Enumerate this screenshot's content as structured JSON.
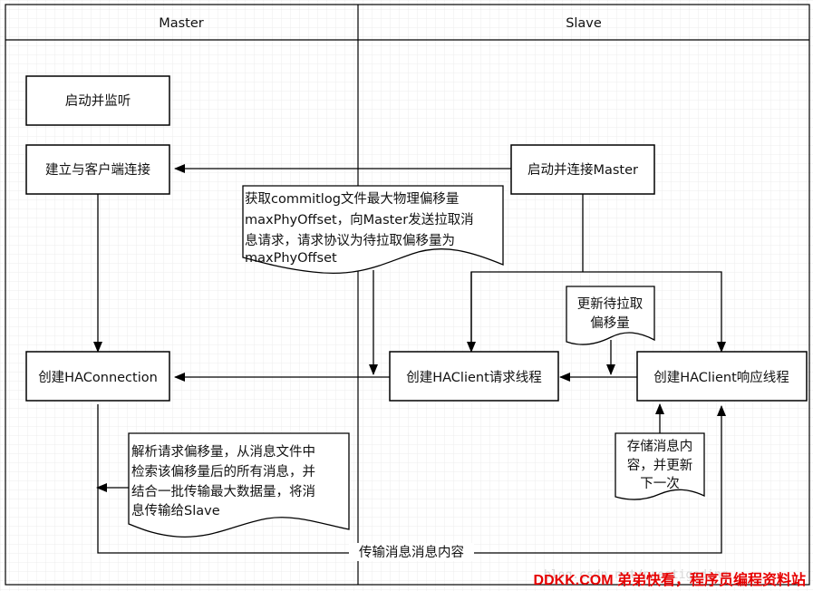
{
  "lanes": {
    "master": "Master",
    "slave": "Slave"
  },
  "nodes": {
    "start_listen": "启动并监听",
    "establish_client_conn": "建立与客户端连接",
    "start_connect_master": "启动并连接Master",
    "create_haconnection": "创建HAConnection",
    "create_haclient_request": "创建HAClient请求线程",
    "create_haclient_response": "创建HAClient响应线程"
  },
  "notes": {
    "max_offset": [
      "获取commitlog文件最大物理偏移量",
      "maxPhyOffset，向Master发送拉取消",
      "息请求，请求协议为待拉取偏移量为",
      "maxPhyOffset"
    ],
    "update_offset": [
      "更新待拉取",
      "偏移量"
    ],
    "store_message": [
      "存储消息内",
      "容，并更新",
      "下一次"
    ],
    "parse_request": [
      "解析请求偏移量，从消息文件中",
      "检索该偏移量后的所有消息，并",
      "结合一批传输最大数据量，将消",
      "息传输给Slave"
    ]
  },
  "edges": {
    "transfer_label": "传输消息消息内容"
  },
  "watermark": {
    "text": "DDKK.COM 弟弟快看，程序员编程资料站",
    "faint": "blog.csdn.net/prestigeding"
  }
}
